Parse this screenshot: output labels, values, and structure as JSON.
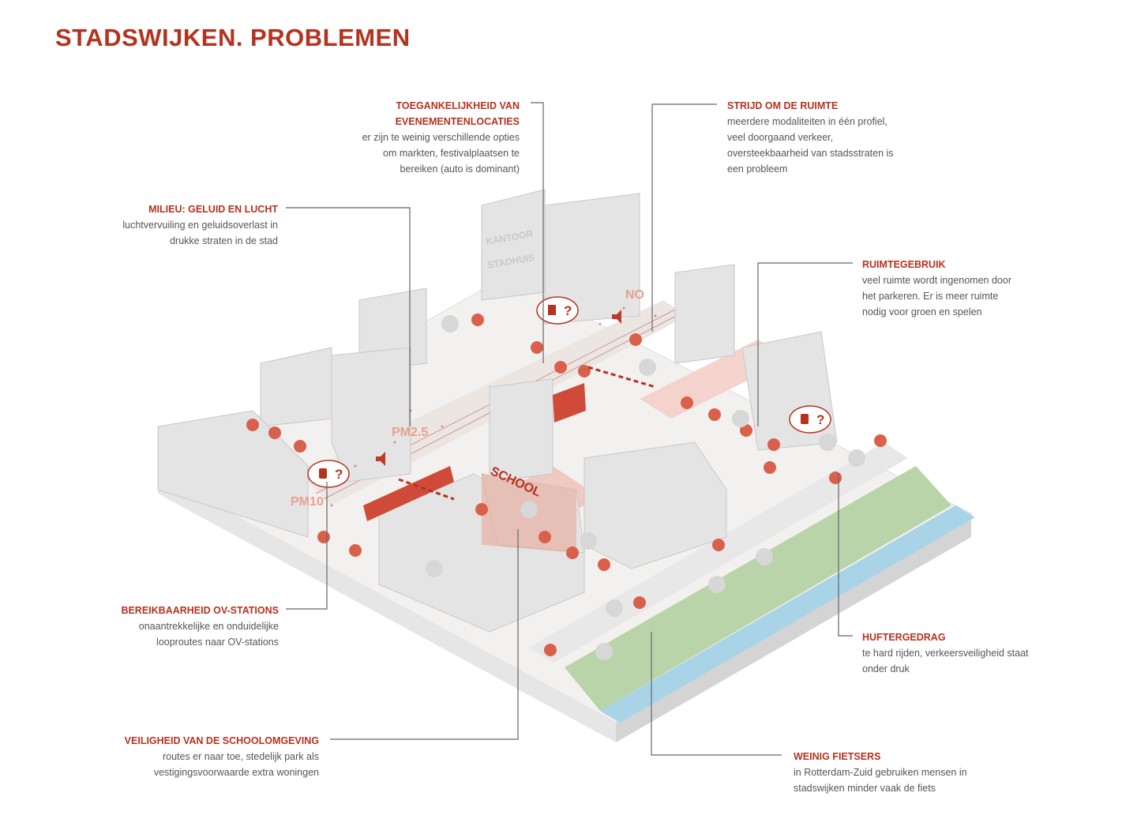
{
  "title": "STADSWIJKEN. PROBLEMEN",
  "annotations": {
    "toegankelijkheid": {
      "heading_1": "TOEGANKELIJKHEID VAN",
      "heading_2": "EVENEMENTENLOCATIES",
      "lines": [
        "er zijn te weinig verschillende opties",
        "om markten, festivalplaatsen te",
        "bereiken (auto is dominant)"
      ]
    },
    "strijd": {
      "heading": "STRIJD OM DE RUIMTE",
      "lines": [
        "meerdere modaliteiten in één profiel,",
        "veel doorgaand verkeer,",
        "oversteekbaarheid van stadsstraten is",
        "een probleem"
      ]
    },
    "milieu": {
      "heading": "MILIEU: GELUID EN LUCHT",
      "lines": [
        "luchtvervuiling en geluidsoverlast in",
        "drukke straten in de stad"
      ]
    },
    "ruimtegebruik": {
      "heading": "RUIMTEGEBRUIK",
      "lines": [
        "veel ruimte wordt ingenomen door",
        "het parkeren. Er is meer ruimte",
        "nodig voor groen en spelen"
      ]
    },
    "bereikbaarheid": {
      "heading": "BEREIKBAARHEID OV-STATIONS",
      "lines": [
        "onaantrekkelijke en onduidelijke",
        "looproutes naar OV-stations"
      ]
    },
    "huftergedrag": {
      "heading": "HUFTERGEDRAG",
      "lines": [
        "te hard rijden, verkeersveiligheid staat",
        "onder druk"
      ]
    },
    "veiligheid": {
      "heading": "VEILIGHEID VAN DE SCHOOLOMGEVING",
      "lines": [
        "routes er naar toe, stedelijk park als",
        "vestigingsvoorwaarde extra woningen"
      ]
    },
    "fietsers": {
      "heading": "WEINIG FIETSERS",
      "lines": [
        "in Rotterdam-Zuid gebruiken mensen in",
        "stadswijken minder vaak de fiets"
      ]
    }
  },
  "scene_labels": {
    "kantoor": "KANTOOR",
    "stadhuis": "STADHUIS",
    "no": "NO",
    "pm25": "PM2.5",
    "pm10": "PM10",
    "school": "SCHOOL",
    "question": "?"
  },
  "colors": {
    "accent": "#b5321f",
    "car": "#d9604a",
    "building": "#e4e4e4",
    "river": "#a9d3e6",
    "green": "#b9d4a8"
  }
}
